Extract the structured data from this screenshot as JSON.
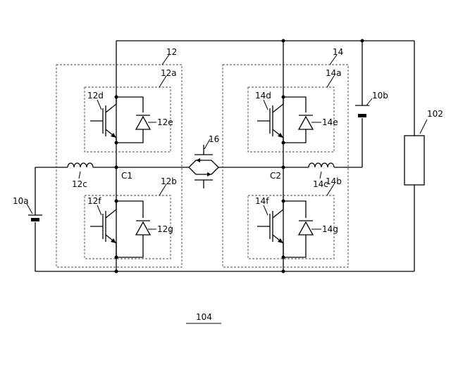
{
  "labels": {
    "module_left": "12",
    "module_right": "14",
    "sub_12a": "12a",
    "sub_12b": "12b",
    "sub_14a": "14a",
    "sub_14b": "14b",
    "sw_12d": "12d",
    "sw_12f": "12f",
    "sw_14d": "14d",
    "sw_14f": "14f",
    "diode_12e": "12e",
    "diode_12g": "12g",
    "diode_14e": "14e",
    "diode_14g": "14g",
    "inductor_12c": "12c",
    "inductor_14c": "14c",
    "node_c1": "C1",
    "node_c2": "C2",
    "switch_16": "16",
    "battery_10a": "10a",
    "battery_10b": "10b",
    "load_102": "102",
    "figure_ref": "104"
  }
}
